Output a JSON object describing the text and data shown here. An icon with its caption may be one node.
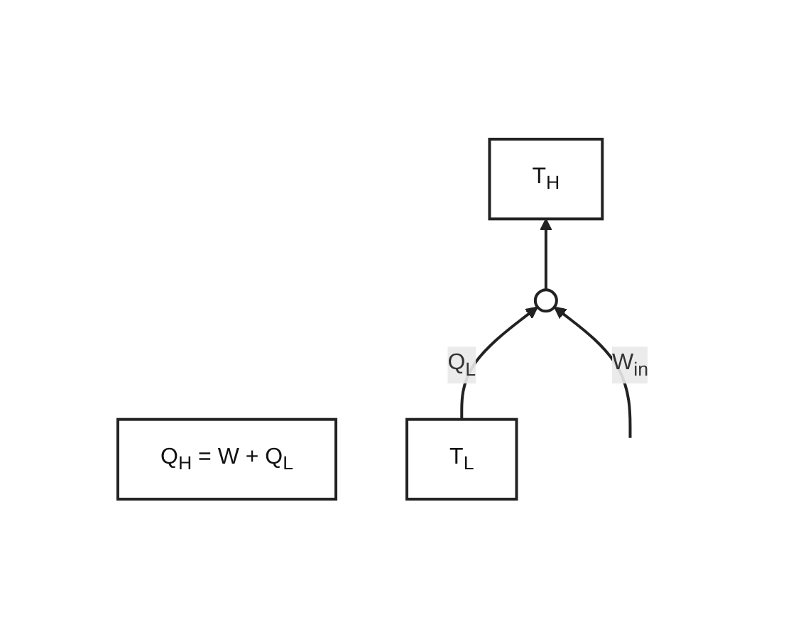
{
  "diagram": {
    "nodes": [
      {
        "text": [
          "T$_{H}$"
        ]
      },
      {
        "text": [
          "Q$_{H}$ = W + Q$_{L}$"
        ]
      },
      {
        "text": [],
        "shape": "circle"
      },
      {
        "text": [
          "T$_{L}$"
        ]
      }
    ],
    "edges": [
      {
        "from": 2,
        "to": 0,
        "arrow": "to"
      },
      {
        "from": 3,
        "to": 2,
        "arrow": "to",
        "label": "Q$_{L}$"
      },
      {
        "from": null,
        "to": 2,
        "arrow": "to",
        "label": "W$_{in}$"
      }
    ]
  }
}
